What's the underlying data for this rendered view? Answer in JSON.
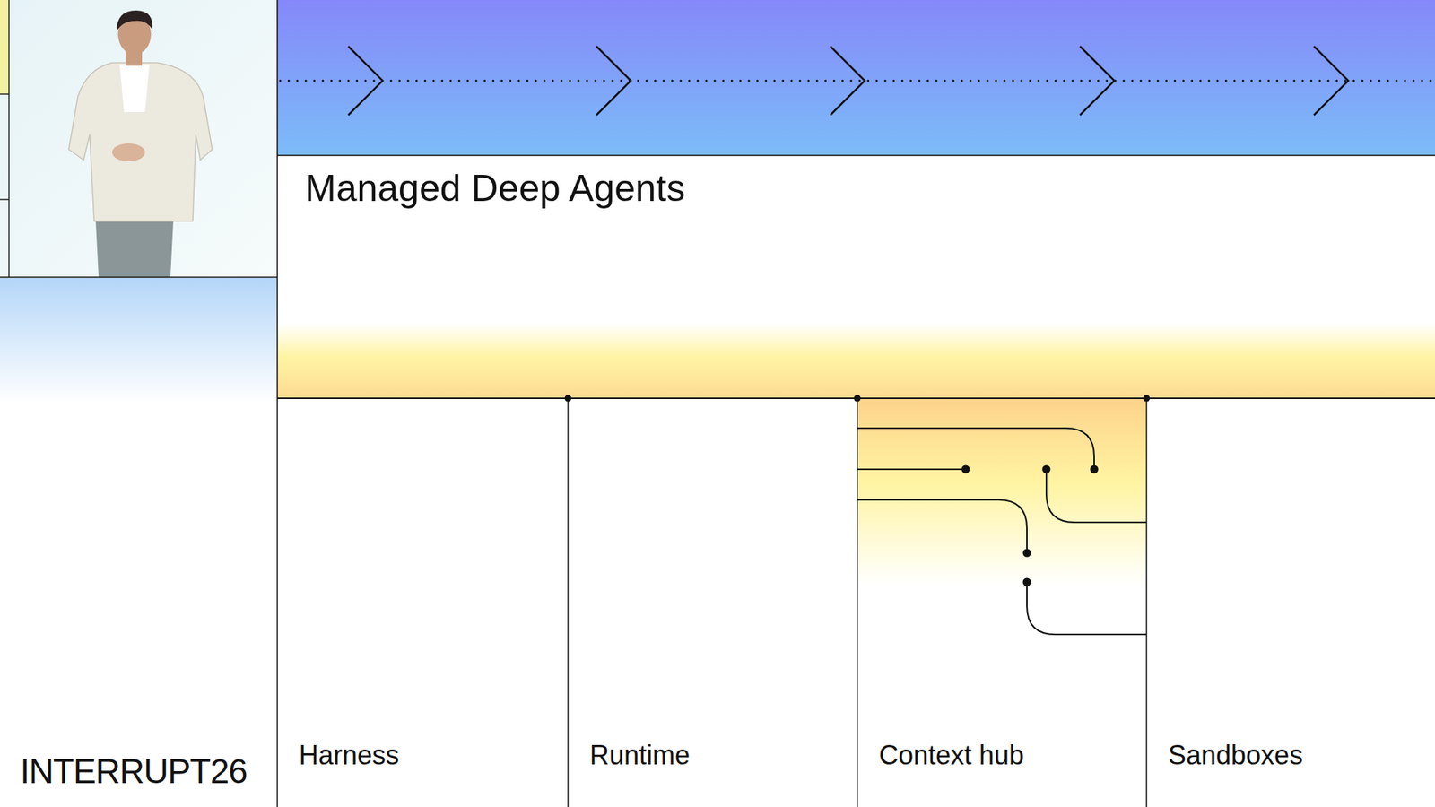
{
  "diagram": {
    "title": "Managed Deep Agents",
    "nodes": [
      {
        "text": [
          "Harness"
        ]
      },
      {
        "text": [
          "Runtime"
        ]
      },
      {
        "text": [
          "Context hub"
        ]
      },
      {
        "text": [
          "Sandboxes"
        ]
      }
    ],
    "labels": [
      "INTERRUPT26"
    ]
  }
}
